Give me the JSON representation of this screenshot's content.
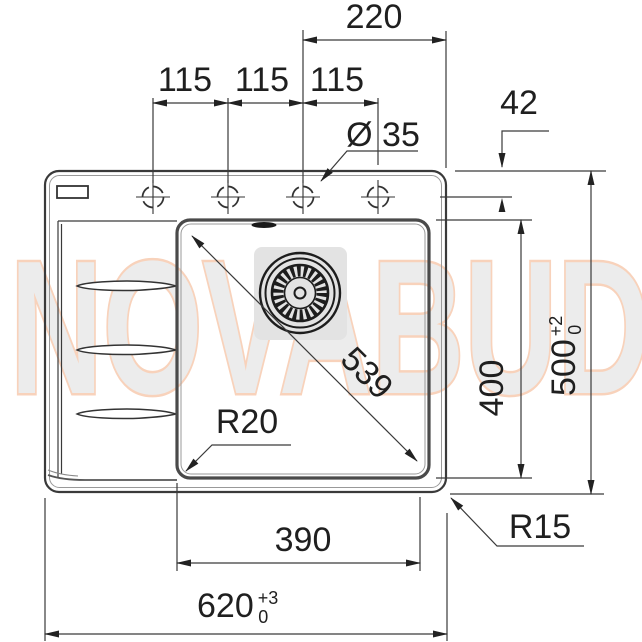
{
  "watermark_text": "NOVABUD",
  "colors": {
    "line": "#3a3a3a",
    "text": "#1f1f1f",
    "watermark_fill": "#ececec",
    "watermark_outline": "#f8d2bb",
    "drain_shadow": "#e3e3e3"
  },
  "dimensions": {
    "tap_hole_group_width": "220",
    "tap_hole_spacing_1": "115",
    "tap_hole_spacing_2": "115",
    "tap_hole_spacing_3": "115",
    "tap_hole_diameter": "Ø 35",
    "tap_hole_edge_offset": "42",
    "bowl_length": "400",
    "overall_depth_value": "500",
    "overall_depth_tol_plus": "+2",
    "overall_depth_tol_minus": "0",
    "bowl_diagonal": "539",
    "bowl_corner_radius": "R20",
    "bowl_width": "390",
    "outer_corner_radius": "R15",
    "overall_width_value": "620",
    "overall_width_tol_plus": "+3",
    "overall_width_tol_minus": "0"
  }
}
